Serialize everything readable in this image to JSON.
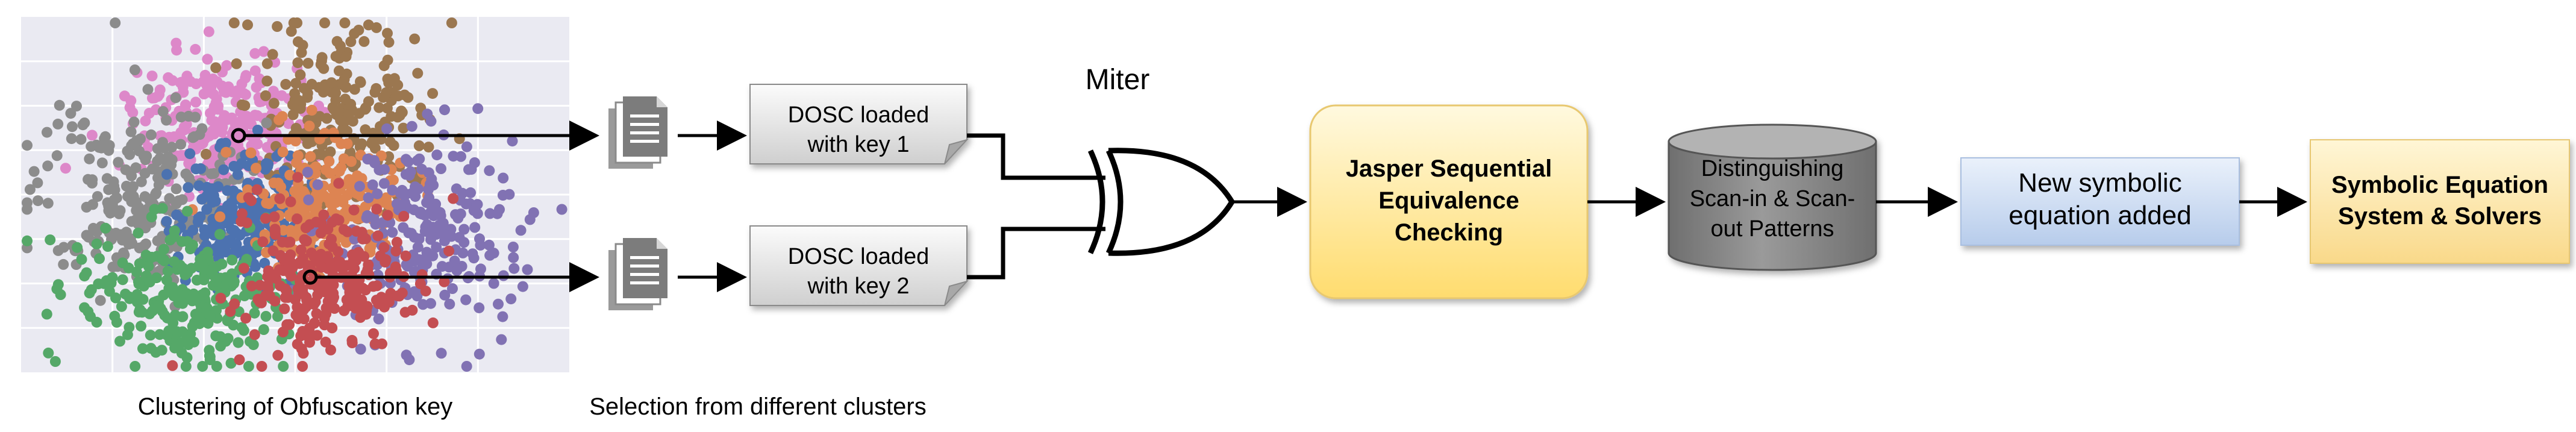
{
  "captions": {
    "clustering": "Clustering of Obfuscation key",
    "selection": "Selection from different clusters"
  },
  "dosc1": {
    "line1": "DOSC loaded",
    "line2": "with key 1"
  },
  "dosc2": {
    "line1": "DOSC loaded",
    "line2": "with key 2"
  },
  "miter_label": "Miter",
  "jasper": {
    "line1": "Jasper Sequential",
    "line2": "Equivalence",
    "line3": "Checking"
  },
  "patterns": {
    "line1": "Distinguishing",
    "line2": "Scan-in & Scan-",
    "line3": "out Patterns"
  },
  "new_eq": {
    "line1": "New symbolic",
    "line2": "equation added"
  },
  "solver": {
    "line1": "Symbolic Equation",
    "line2": "System & Solvers"
  },
  "colors": {
    "cluster_pink": "#dd88c9",
    "cluster_brown": "#9b7750",
    "cluster_gray": "#8c8c8c",
    "cluster_blue": "#4c72b0",
    "cluster_orange": "#dd8452",
    "cluster_purple": "#8172b3",
    "cluster_green": "#55a868",
    "cluster_red": "#c44e52",
    "jasper_fill": "#ffe38a",
    "new_eq_fill": "#c6d8f2",
    "solver_fill": "#fde39a",
    "cylinder_fill": "#8a8a8a"
  }
}
